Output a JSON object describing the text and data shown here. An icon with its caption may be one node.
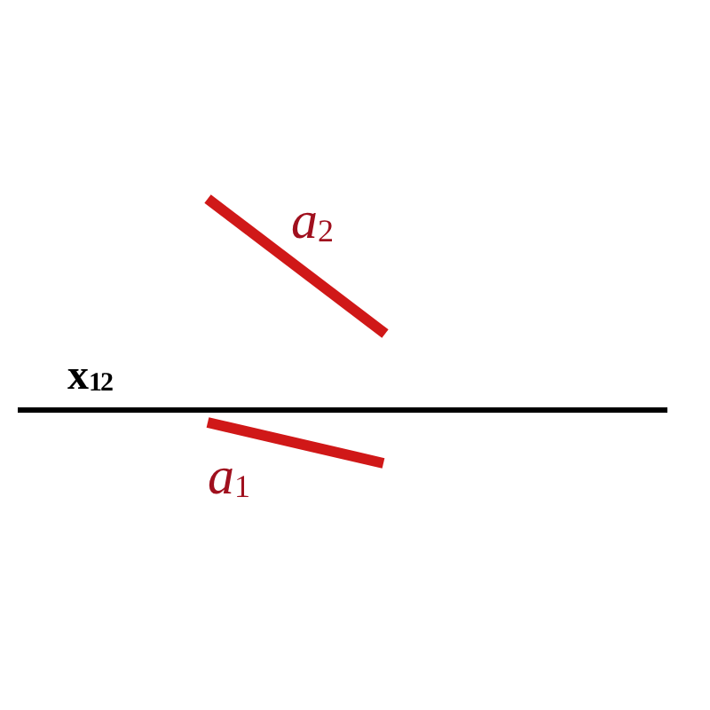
{
  "diagram": {
    "labels": [
      "a$_{2}$",
      "x$_{12}$",
      "a$_{1}$"
    ]
  }
}
